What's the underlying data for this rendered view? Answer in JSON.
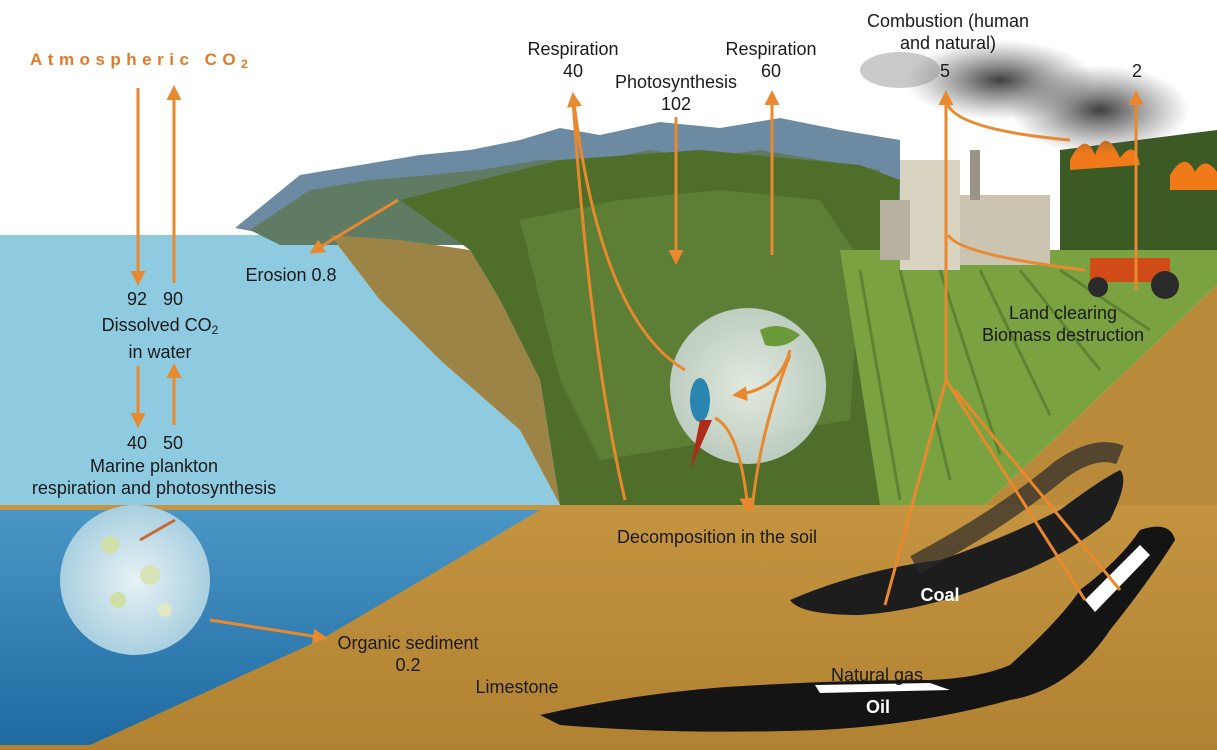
{
  "title": {
    "main": "Atmospheric CO",
    "sub": "2"
  },
  "labels": {
    "combustion_line1": "Combustion (human",
    "combustion_line2": "and natural)",
    "combustion_value": "5",
    "land_clearing_value": "2",
    "respiration_left": "Respiration",
    "respiration_left_value": "40",
    "respiration_right": "Respiration",
    "respiration_right_value": "60",
    "photosynthesis": "Photosynthesis",
    "photosynthesis_value": "102",
    "erosion": "Erosion 0.8",
    "ocean_down_value": "92",
    "ocean_up_value": "90",
    "dissolved_main": "Dissolved CO",
    "dissolved_sub": "2",
    "dissolved_line2": "in water",
    "plankton_down_value": "40",
    "plankton_up_value": "50",
    "plankton_line1": "Marine plankton",
    "plankton_line2": "respiration and photosynthesis",
    "land_clearing_line1": "Land clearing",
    "land_clearing_line2": "Biomass destruction",
    "decomposition": "Decomposition in the soil",
    "coal": "Coal",
    "sediment_line1": "Organic sediment",
    "sediment_line2": "0.2",
    "limestone": "Limestone",
    "natural_gas": "Natural gas",
    "oil": "Oil"
  },
  "colors": {
    "arrow": "#e8892f",
    "title": "#e07a2a",
    "ocean": "#8fcbe0",
    "ocean_deep": "#2f7fb4",
    "ground": "#c99a45",
    "forest": "#4e6e2a",
    "mountain": "#6d8aa3",
    "sky": "#ffffff"
  }
}
